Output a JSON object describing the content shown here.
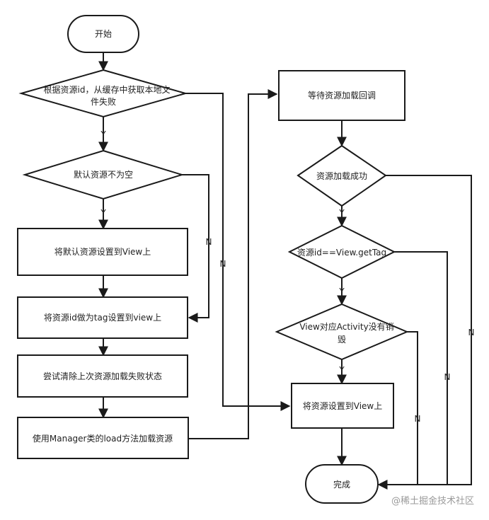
{
  "nodes": {
    "start": "开始",
    "check_cache_1": "根据资源id，从缓存中获取本地文",
    "check_cache_2": "件失败",
    "default_not_null": "默认资源不为空",
    "set_default": "将默认资源设置到View上",
    "set_tag": "将资源id做为tag设置到view上",
    "clear_fail": "尝试清除上次资源加载失败状态",
    "load_manager": "使用Manager类的load方法加载资源",
    "wait_callback": "等待资源加载回调",
    "load_success": "资源加载成功",
    "tag_match": "资源id==View.getTag",
    "activity_alive_1": "View对应Activity没有销",
    "activity_alive_2": "毁",
    "set_resource": "将资源设置到View上",
    "done": "完成"
  },
  "edge_labels": {
    "yes": "Y",
    "no": "N"
  },
  "watermark": "@稀土掘金技术社区"
}
